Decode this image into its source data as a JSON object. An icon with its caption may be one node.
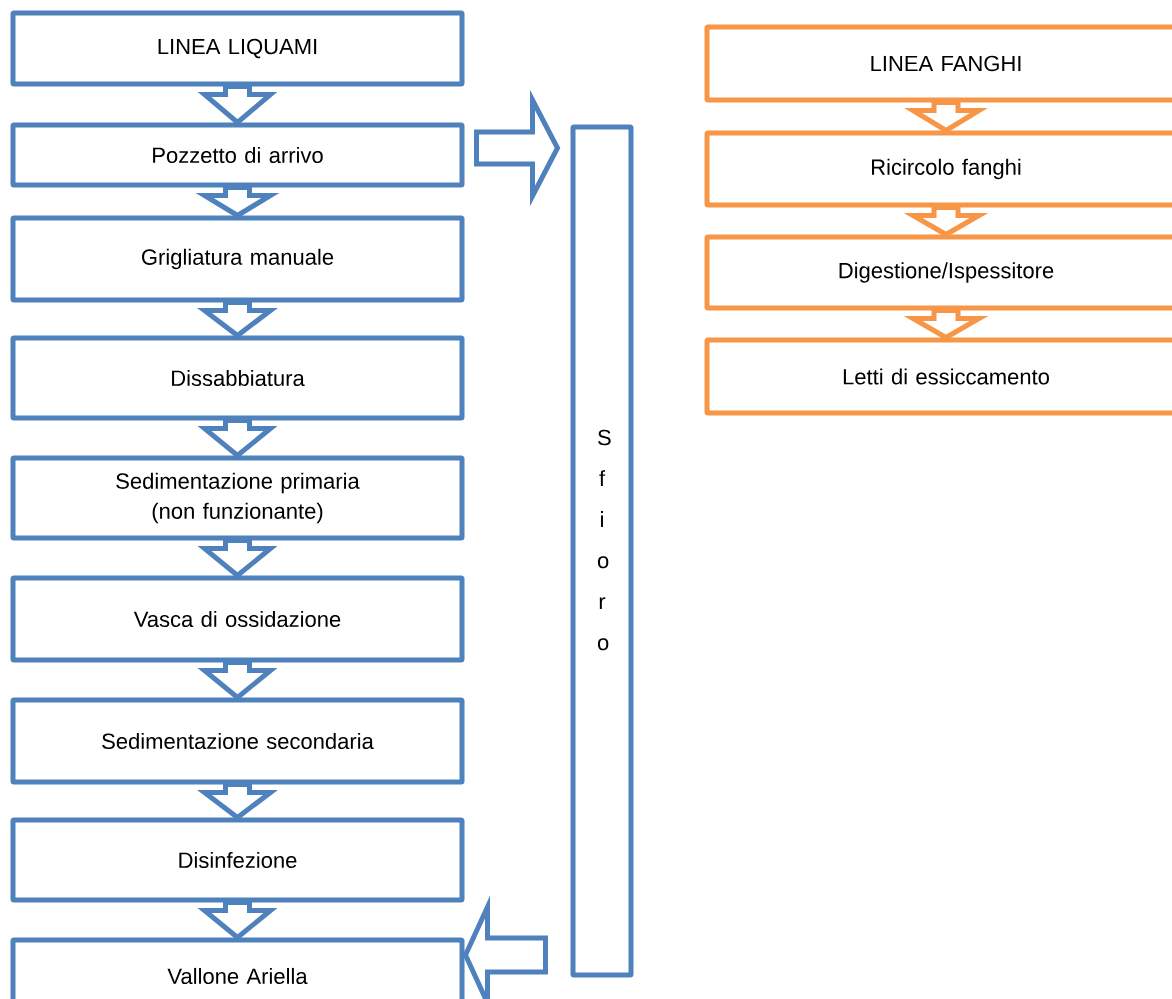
{
  "diagram": {
    "nodes": [
      {
        "text": [
          "LINEA LIQUAMI"
        ]
      },
      {
        "text": [
          "Pozzetto di arrivo"
        ]
      },
      {
        "text": [
          "Grigliatura manuale"
        ]
      },
      {
        "text": [
          "Dissabbiatura"
        ]
      },
      {
        "text": [
          "Sedimentazione primaria (non funzionante)"
        ]
      },
      {
        "text": [
          "Vasca di ossidazione"
        ]
      },
      {
        "text": [
          "Sedimentazione secondaria"
        ]
      },
      {
        "text": [
          "Disinfezione"
        ]
      },
      {
        "text": [
          "Vallone Ariella"
        ]
      },
      {
        "text": [
          "S f i o r o"
        ]
      },
      {
        "text": [
          "LINEA FANGHI"
        ]
      },
      {
        "text": [
          "Ricircolo fanghi"
        ]
      },
      {
        "text": [
          "Digestione/Ispessitore"
        ]
      },
      {
        "text": [
          "Letti di essiccamento"
        ]
      }
    ],
    "edges": [
      {
        "from": 0,
        "to": 1,
        "arrow": "to"
      },
      {
        "from": 1,
        "to": 2,
        "arrow": "to"
      },
      {
        "from": 2,
        "to": 3,
        "arrow": "to"
      },
      {
        "from": 3,
        "to": 4,
        "arrow": "to"
      },
      {
        "from": 4,
        "to": 5,
        "arrow": "to"
      },
      {
        "from": 5,
        "to": 6,
        "arrow": "to"
      },
      {
        "from": 6,
        "to": 7,
        "arrow": "to"
      },
      {
        "from": 7,
        "to": 8,
        "arrow": "to"
      },
      {
        "from": 1,
        "to": 9,
        "arrow": "to"
      },
      {
        "from": 9,
        "to": 8,
        "arrow": "to"
      },
      {
        "from": 10,
        "to": 11,
        "arrow": "to",
        "color": "#f79646"
      },
      {
        "from": 11,
        "to": 12,
        "arrow": "to",
        "color": "#f79646"
      },
      {
        "from": 12,
        "to": 13,
        "arrow": "to",
        "color": "#f79646"
      }
    ]
  }
}
